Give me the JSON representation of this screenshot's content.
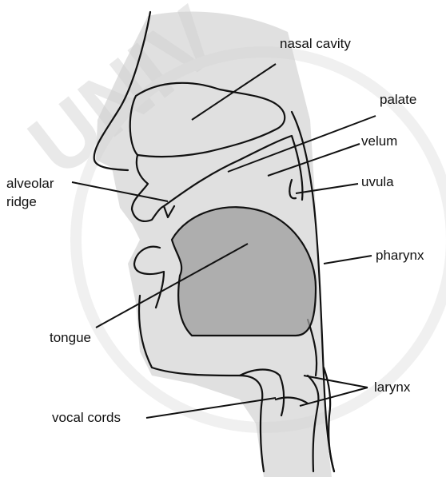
{
  "labels": {
    "nasal_cavity": "nasal cavity",
    "palate": "palate",
    "velum": "velum",
    "alveolar_ridge_line1": "alveolar",
    "alveolar_ridge_line2": "ridge",
    "uvula": "uvula",
    "pharynx": "pharynx",
    "tongue": "tongue",
    "larynx": "larynx",
    "vocal_cords": "vocal cords"
  },
  "watermark": {
    "text": "UNIV",
    "color": "#d8d8d8"
  },
  "colors": {
    "ink": "#111111",
    "shading": "#cfcfcf",
    "tongue_fill": "#9e9e9e",
    "background": "#ffffff"
  }
}
